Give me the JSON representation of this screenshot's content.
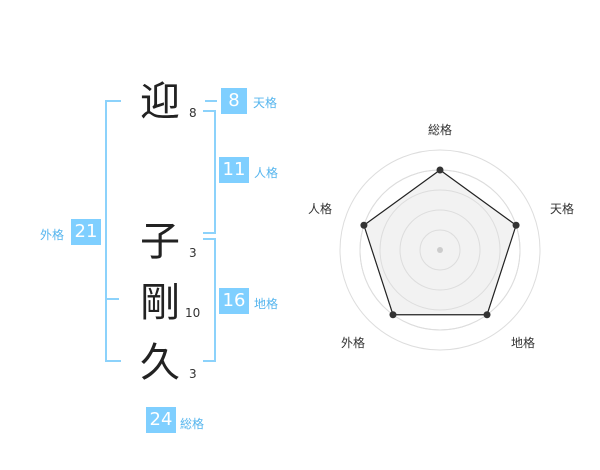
{
  "name": {
    "chars": [
      {
        "char": "迎",
        "strokes": "8"
      },
      {
        "char": "子",
        "strokes": "3"
      },
      {
        "char": "剛",
        "strokes": "10"
      },
      {
        "char": "久",
        "strokes": "3"
      }
    ]
  },
  "fortune": {
    "tenkaku": {
      "value": "8",
      "label": "天格"
    },
    "jinkaku": {
      "value": "11",
      "label": "人格"
    },
    "chikaku": {
      "value": "16",
      "label": "地格"
    },
    "gaikaku": {
      "value": "21",
      "label": "外格"
    },
    "soukaku": {
      "value": "24",
      "label": "総格"
    }
  },
  "colors": {
    "badge": "#7fcfff",
    "bracket": "#8cd2fb",
    "label": "#55b5ee",
    "radar_fill": "#f1f1f1",
    "radar_ring": "#dddddd"
  },
  "chart_data": {
    "type": "radar",
    "axes": [
      "総格",
      "天格",
      "地格",
      "外格",
      "人格"
    ],
    "values": [
      4,
      4,
      4,
      4,
      4
    ],
    "max": 5,
    "rings": 5
  }
}
